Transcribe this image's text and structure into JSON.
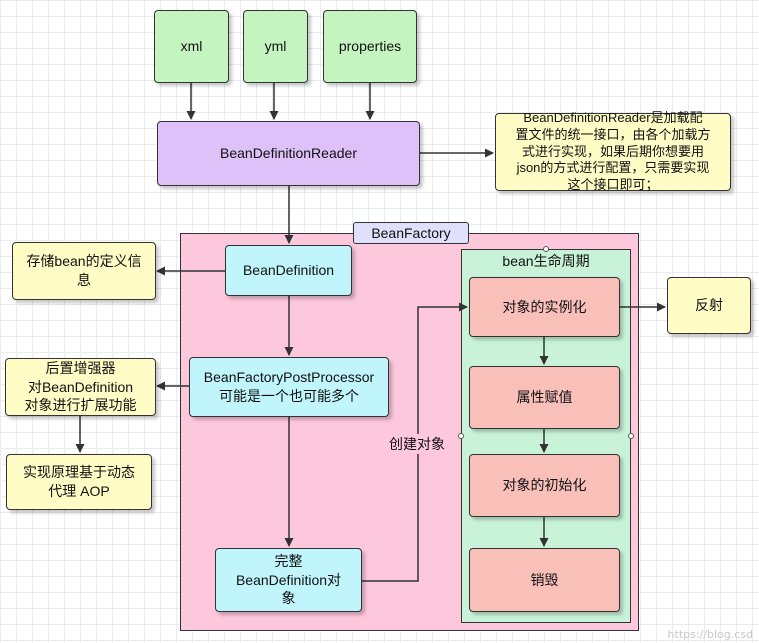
{
  "sources": {
    "xml": "xml",
    "yml": "yml",
    "properties": "properties"
  },
  "reader": {
    "label": "BeanDefinitionReader"
  },
  "reader_note": {
    "line1": "BeanDefinitionReader是加载配",
    "line2": "置文件的统一接口，由各个加载方",
    "line3": "式进行实现，如果后期你想要用",
    "line4": "json的方式进行配置，只需要实现",
    "line5": "这个接口即可；"
  },
  "factory": {
    "label": "BeanFactory"
  },
  "definition": {
    "label": "BeanDefinition"
  },
  "definition_note": {
    "line1": "存储bean的定义信",
    "line2": "息"
  },
  "post_processor": {
    "line1": "BeanFactoryPostProcessor",
    "line2": "可能是一个也可能多个"
  },
  "enhancer_note": {
    "line1": "后置增强器",
    "line2": "对BeanDefinition",
    "line3": "对象进行扩展功能"
  },
  "principle_note": {
    "line1": "实现原理基于动态",
    "line2": "代理 AOP"
  },
  "complete": {
    "line1": "完整",
    "line2": "BeanDefinition对",
    "line3": "象"
  },
  "create_label": "创建对象",
  "lifecycle": {
    "title": "bean生命周期",
    "steps": [
      "对象的实例化",
      "属性赋值",
      "对象的初始化",
      "销毁"
    ]
  },
  "reflection": {
    "label": "反射"
  },
  "watermark": "https://blog.csd",
  "colors": {
    "source_fill": "#c4f5c0",
    "reader_fill": "#ddc1f8",
    "note_fill": "#fffcc6",
    "node_fill": "#bff5fb",
    "step_fill": "#f9c0ba",
    "factory_fill": "#fdc7dc",
    "lifecycle_fill": "#c9f3d8",
    "factory_label_fill": "#dfe0fb"
  }
}
